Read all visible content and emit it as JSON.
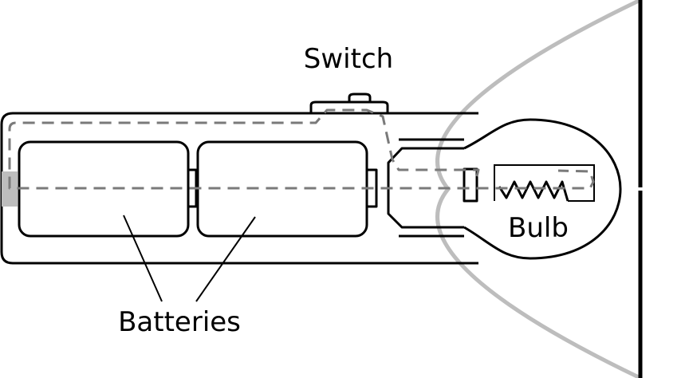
{
  "labels": {
    "switch": "Switch",
    "bulb": "Bulb",
    "batteries": "Batteries"
  },
  "colors": {
    "outline": "#000000",
    "circuit_path": "#7a7a7a",
    "reflector": "#bdbdbd",
    "contact": "#bdbdbd",
    "background": "#ffffff"
  },
  "line_styles": {
    "circuit_path": "dashed"
  }
}
